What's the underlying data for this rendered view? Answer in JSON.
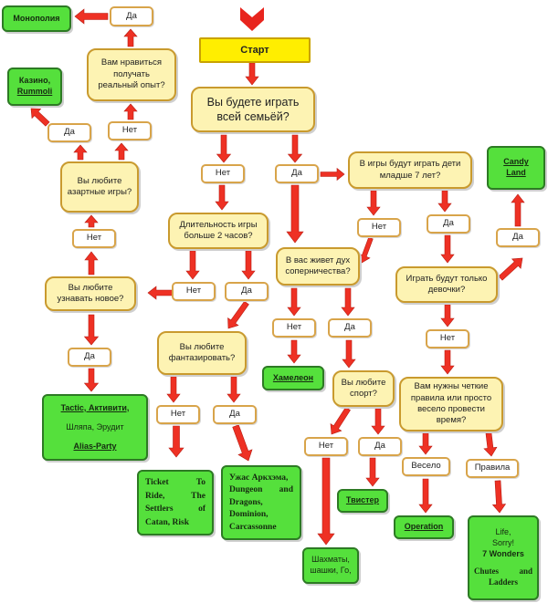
{
  "start": "Старт",
  "q_family": "Вы будете играть всей семьёй?",
  "q_duration": "Длительность игры больше 2 часов?",
  "q_fantasy": "Вы любите фантазировать?",
  "q_kids": "В игры будут играть дети младше 7 лет?",
  "q_competitive": "В вас живет дух соперничества?",
  "q_sport": "Вы любите спорт?",
  "q_girls": "Играть будут только девочки?",
  "q_rules": "Вам нужны четкие правила или просто весело провести время?",
  "q_experience": "Вам нравиться получать реальный опыт?",
  "q_gambling": "Вы любите азартные игры?",
  "q_learn": "Вы любите узнавать новое?",
  "answers": {
    "yes": "Да",
    "no": "Нет",
    "fun": "Весело",
    "rules": "Правила"
  },
  "results": {
    "monopoly": "Монополия",
    "casino": "Казино,",
    "rummoli": "Rummoli",
    "candy_land": "Candy Land",
    "chameleon": "Хамелеон",
    "twister": "Твистер",
    "operation": "Operation",
    "chess": "Шахматы, шашки, Го,",
    "ticket_lines": [
      "Ticket To",
      "Ride, The",
      "Settlers of",
      "Catan, Risk"
    ],
    "arkham_lines": [
      "Ужас Аркхэма,",
      "Dungeon and",
      "Dragons,",
      "Dominion,",
      "Carcassonne"
    ],
    "tactic": [
      "Tactic, Активити,",
      "Шляпа, Эрудит",
      "Alias-Party"
    ],
    "life_lines": [
      "Life,",
      "Sorry!",
      "7 Wonders",
      "",
      "Chutes and",
      "Ladders"
    ]
  }
}
